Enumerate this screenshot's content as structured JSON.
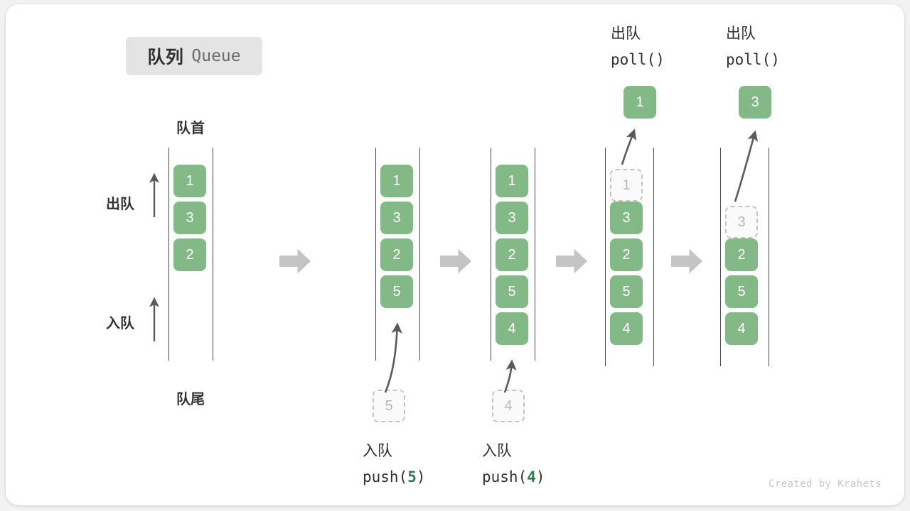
{
  "title": {
    "cn": "队列",
    "en": "Queue"
  },
  "labels": {
    "head": "队首",
    "tail": "队尾",
    "dequeue": "出队",
    "enqueue": "入队"
  },
  "credit": "Created by Krahets",
  "colors": {
    "box_fill": "#83b987",
    "box_text": "#ffffff",
    "ghost_fill": "#fafafa",
    "ghost_border": "#c4c4c4",
    "ghost_text": "#b8b8b8",
    "rail": "#4a4a4a",
    "arrow_gray": "#c4c4c4",
    "thin_arrow": "#5a5a5a",
    "badge_bg": "#e4e4e4",
    "accent_green": "#2e7d4f",
    "card_bg": "#ffffff",
    "page_bg": "#f2f2f2"
  },
  "side_arrows": [
    {
      "name": "dequeue",
      "label": "出队"
    },
    {
      "name": "enqueue",
      "label": "入队"
    }
  ],
  "columns": [
    {
      "id": "initial",
      "caption_top_cn": "",
      "caption_top_code": "",
      "caption_bottom_cn": "",
      "caption_bottom_code": "",
      "caption_bottom_arg": "",
      "result_value": "",
      "slots": [
        {
          "value": "1",
          "state": "filled"
        },
        {
          "value": "3",
          "state": "filled"
        },
        {
          "value": "2",
          "state": "filled"
        },
        {
          "value": "",
          "state": "empty"
        },
        {
          "value": "",
          "state": "empty"
        },
        {
          "value": "",
          "state": "empty"
        }
      ],
      "pending_value": ""
    },
    {
      "id": "push5",
      "caption_top_cn": "",
      "caption_top_code": "",
      "caption_bottom_cn": "入队",
      "caption_bottom_code_prefix": "push(",
      "caption_bottom_arg": "5",
      "caption_bottom_code_suffix": ")",
      "result_value": "",
      "slots": [
        {
          "value": "1",
          "state": "filled"
        },
        {
          "value": "3",
          "state": "filled"
        },
        {
          "value": "2",
          "state": "filled"
        },
        {
          "value": "5",
          "state": "filled"
        },
        {
          "value": "",
          "state": "empty"
        },
        {
          "value": "",
          "state": "empty"
        }
      ],
      "pending_value": "5"
    },
    {
      "id": "push4",
      "caption_top_cn": "",
      "caption_top_code": "",
      "caption_bottom_cn": "入队",
      "caption_bottom_code_prefix": "push(",
      "caption_bottom_arg": "4",
      "caption_bottom_code_suffix": ")",
      "result_value": "",
      "slots": [
        {
          "value": "1",
          "state": "filled"
        },
        {
          "value": "3",
          "state": "filled"
        },
        {
          "value": "2",
          "state": "filled"
        },
        {
          "value": "5",
          "state": "filled"
        },
        {
          "value": "4",
          "state": "filled"
        },
        {
          "value": "",
          "state": "empty"
        }
      ],
      "pending_value": "4"
    },
    {
      "id": "poll1",
      "caption_top_cn": "出队",
      "caption_top_code": "poll()",
      "caption_bottom_cn": "",
      "caption_bottom_code_prefix": "",
      "caption_bottom_arg": "",
      "caption_bottom_code_suffix": "",
      "result_value": "1",
      "slots": [
        {
          "value": "1",
          "state": "ghost"
        },
        {
          "value": "3",
          "state": "filled"
        },
        {
          "value": "2",
          "state": "filled"
        },
        {
          "value": "5",
          "state": "filled"
        },
        {
          "value": "4",
          "state": "filled"
        },
        {
          "value": "",
          "state": "empty"
        }
      ],
      "pending_value": ""
    },
    {
      "id": "poll2",
      "caption_top_cn": "出队",
      "caption_top_code": "poll()",
      "caption_bottom_cn": "",
      "caption_bottom_code_prefix": "",
      "caption_bottom_arg": "",
      "caption_bottom_code_suffix": "",
      "result_value": "3",
      "slots": [
        {
          "value": "",
          "state": "empty"
        },
        {
          "value": "3",
          "state": "ghost"
        },
        {
          "value": "2",
          "state": "filled"
        },
        {
          "value": "5",
          "state": "filled"
        },
        {
          "value": "4",
          "state": "filled"
        },
        {
          "value": "",
          "state": "empty"
        }
      ],
      "pending_value": ""
    }
  ]
}
